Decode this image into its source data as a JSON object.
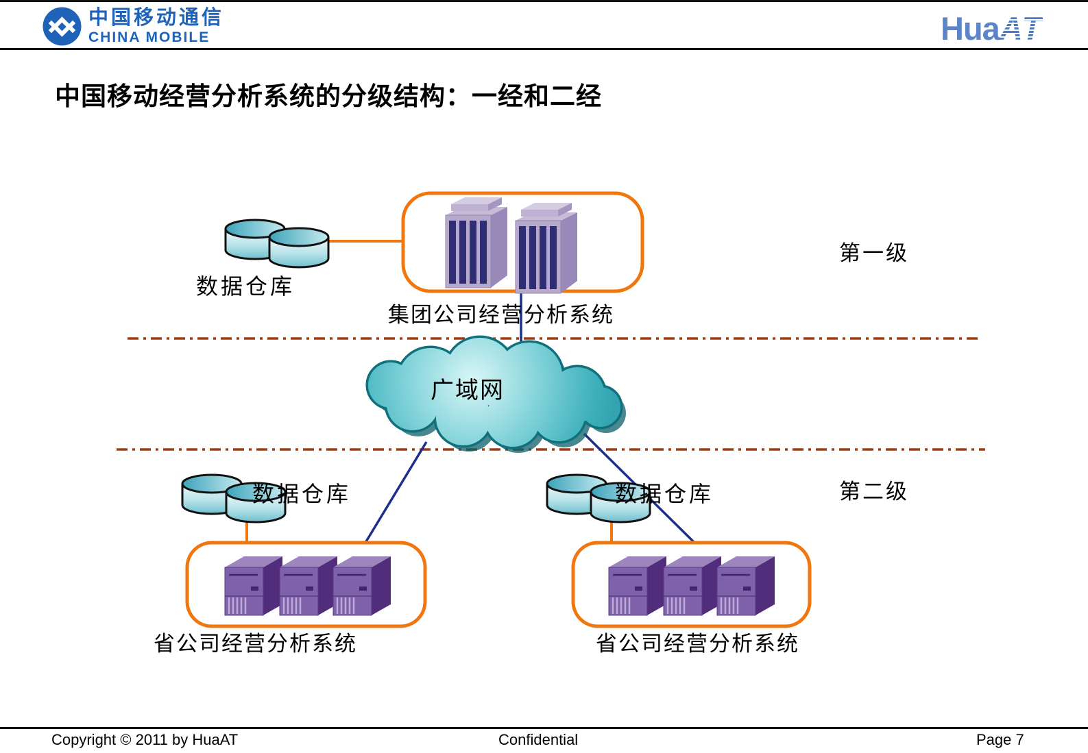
{
  "header": {
    "china_mobile_cn": "中国移动通信",
    "china_mobile_en": "CHINA MOBILE",
    "huaat_hua": "Hua",
    "huaat_at": "AT"
  },
  "title": "中国移动经营分析系统的分级结构：一经和二经",
  "diagram": {
    "datawarehouse_top": "数据仓库",
    "hq_system": "集团公司经营分析系统",
    "level1": "第一级",
    "wan": "广域网",
    "level2": "第二级",
    "datawarehouse_left": "数据仓库",
    "datawarehouse_right": "数据仓库",
    "province_system_left": "省公司经营分析系统",
    "province_system_right": "省公司经营分析系统"
  },
  "footer": {
    "copyright": "Copyright © 2011 by HuaAT",
    "confidential": "Confidential",
    "page": "Page 7"
  },
  "colors": {
    "accent_orange": "#f0770f",
    "connector_navy": "#1c2f8c",
    "separator_red": "#9e3b12",
    "cloud_teal": "#3db0bb",
    "logo_blue": "#1f63b8"
  }
}
